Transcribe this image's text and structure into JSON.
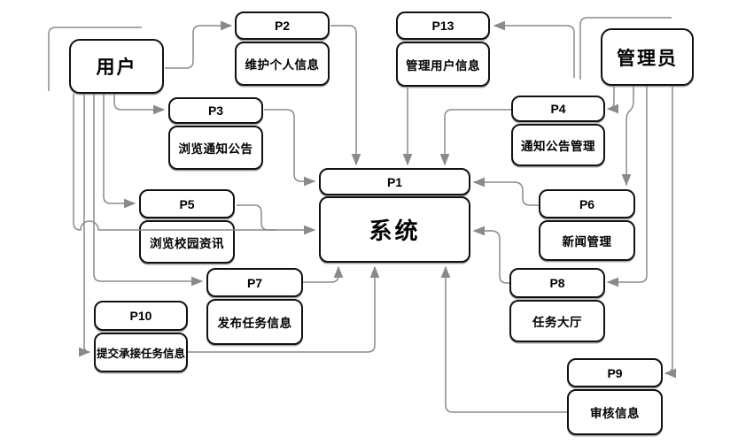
{
  "diagram": {
    "title_hint": "system-dataflow-diagram",
    "colors": {
      "line": "#8a8a8a",
      "box_border": "#111111",
      "box_fill": "#ffffff",
      "text": "#000000"
    },
    "nodes": {
      "user": {
        "label": "用户"
      },
      "admin": {
        "label": "管理员"
      },
      "p1": {
        "id": "P1",
        "label": "系统"
      },
      "p2": {
        "id": "P2",
        "label": "维护个人信息"
      },
      "p3": {
        "id": "P3",
        "label": "浏览通知公告"
      },
      "p4": {
        "id": "P4",
        "label": "通知公告管理"
      },
      "p5": {
        "id": "P5",
        "label": "浏览校园资讯"
      },
      "p6": {
        "id": "P6",
        "label": "新闻管理"
      },
      "p7": {
        "id": "P7",
        "label": "发布任务信息"
      },
      "p8": {
        "id": "P8",
        "label": "任务大厅"
      },
      "p9": {
        "id": "P9",
        "label": "审核信息"
      },
      "p10": {
        "id": "P10",
        "label": "提交承接任务信息"
      },
      "p13": {
        "id": "P13",
        "label": "管理用户信息"
      }
    },
    "flows": [
      "user->P2",
      "user->P3",
      "user->P5",
      "user->P7",
      "user->P10(body)",
      "user->P1(系统)",
      "P2->P1",
      "P13->P1",
      "P4->P1",
      "P3->P1",
      "P5->P1(系统)",
      "P6->P1",
      "P7->P1(系统)",
      "P10(body)->P1(系统)",
      "P9(body)->P1(系统)",
      "P8->P1(系统)",
      "admin->P4",
      "admin->P6",
      "admin->P8",
      "admin->P9",
      "?->P13"
    ]
  }
}
